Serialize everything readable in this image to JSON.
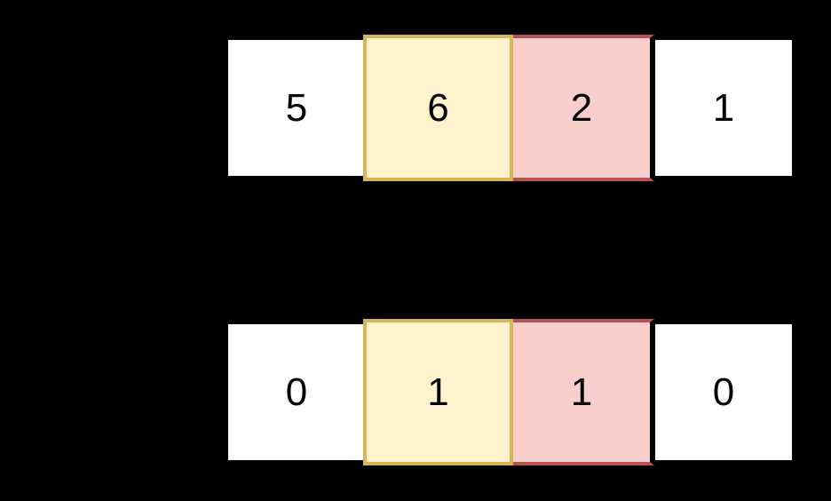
{
  "diagram": {
    "kind": "array-highlight-diagram",
    "background": "#000000",
    "colors": {
      "cell_fill": "#ffffff",
      "cell_text": "#000000",
      "yellow_fill": "#fff2cc",
      "yellow_stroke": "#d6b656",
      "red_fill": "#f8cecc",
      "red_stroke": "#b85450"
    }
  },
  "rows": [
    {
      "id": "array-top",
      "cells": [
        {
          "value": "5",
          "highlight": "none"
        },
        {
          "value": "6",
          "highlight": "yellow"
        },
        {
          "value": "2",
          "highlight": "red"
        },
        {
          "value": "1",
          "highlight": "none"
        }
      ]
    },
    {
      "id": "array-bottom",
      "cells": [
        {
          "value": "0",
          "highlight": "none"
        },
        {
          "value": "1",
          "highlight": "yellow"
        },
        {
          "value": "1",
          "highlight": "red"
        },
        {
          "value": "0",
          "highlight": "none"
        }
      ]
    }
  ]
}
